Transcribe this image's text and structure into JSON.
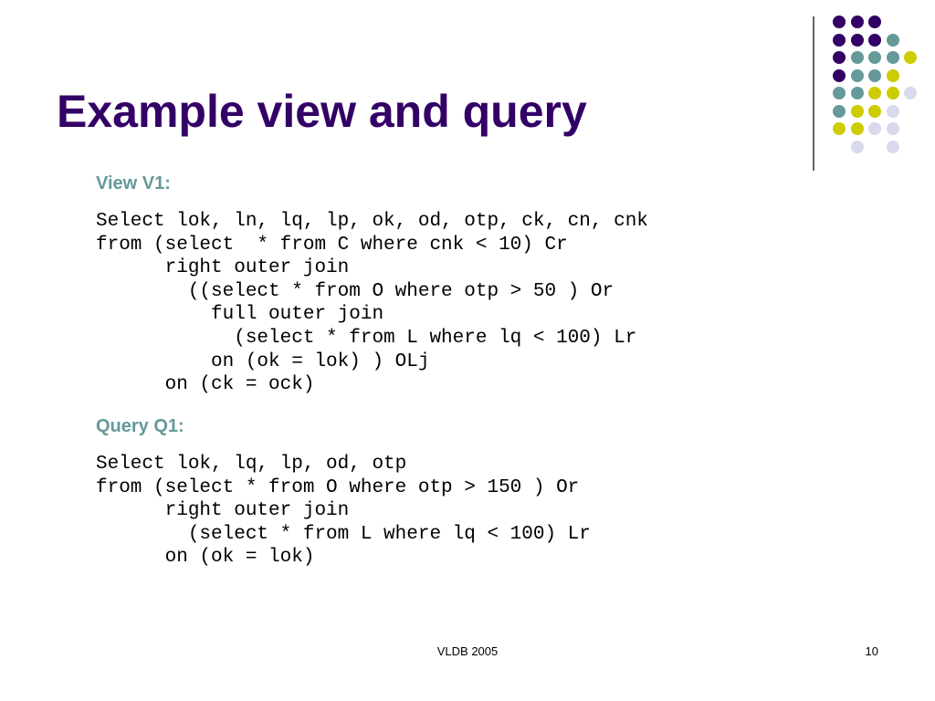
{
  "slide": {
    "title": "Example view and query",
    "view_heading": "View V1:",
    "view_sql": [
      "Select lok, ln, lq, lp, ok, od, otp, ck, cn, cnk",
      "from (select  * from C where cnk < 10) Cr",
      "      right outer join",
      "        ((select * from O where otp > 50 ) Or",
      "          full outer join",
      "            (select * from L where lq < 100) Lr",
      "          on (ok = lok) ) OLj",
      "      on (ck = ock)"
    ],
    "query_heading": "Query Q1:",
    "query_sql": [
      "Select lok, lq, lp, od, otp",
      "from (select * from O where otp > 150 ) Or",
      "      right outer join",
      "        (select * from L where lq < 100) Lr",
      "      on (ok = lok)"
    ],
    "footer": "VLDB 2005",
    "page_number": "10"
  },
  "theme": {
    "title_color": "#330066",
    "heading_color": "#669999",
    "dot_palette": [
      "#330066",
      "#669999",
      "#CCCC00",
      "#D9D9EE"
    ],
    "dot_grid": [
      [
        0,
        0,
        0,
        -1,
        -1
      ],
      [
        0,
        0,
        0,
        1,
        -1
      ],
      [
        0,
        1,
        1,
        1,
        2
      ],
      [
        0,
        1,
        1,
        2,
        -1
      ],
      [
        1,
        1,
        2,
        2,
        3
      ],
      [
        1,
        2,
        2,
        3,
        -1
      ],
      [
        2,
        2,
        3,
        3,
        -1
      ],
      [
        -1,
        3,
        -1,
        3,
        -1
      ]
    ]
  }
}
